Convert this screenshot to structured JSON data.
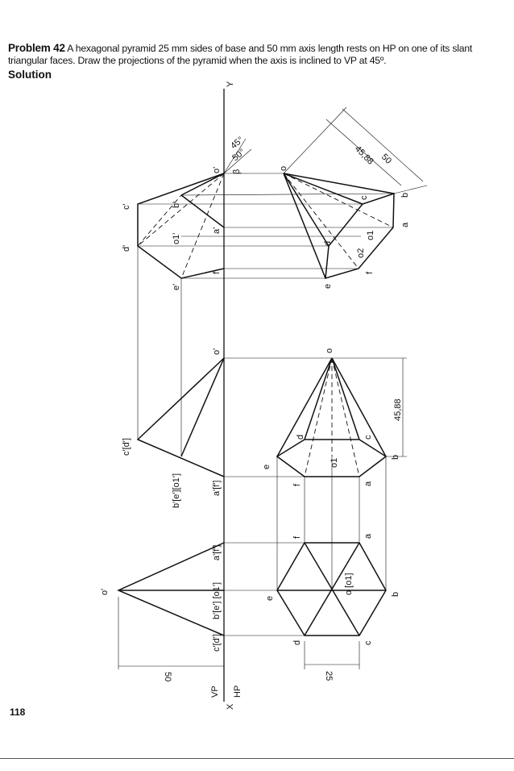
{
  "problem": {
    "label": "Problem 42",
    "text": "A hexagonal pyramid 25 mm sides of base and 50 mm axis length rests on HP on one of its slant triangular faces. Draw the projections of the pyramid when the axis is inclined to VP at 45º."
  },
  "solution_label": "Solution",
  "page_number": "118",
  "labels": {
    "X": "X",
    "Y": "Y",
    "VP": "VP",
    "HP": "HP",
    "v1_o": "o'",
    "v1_cd": "c'[d']",
    "v1_be": "b'[e'] [o1']",
    "v1_af": "a'[f']",
    "v1_d": "d",
    "v1_c": "c",
    "v1_e": "e",
    "v1_b": "b",
    "v1_f": "f",
    "v1_a": "a",
    "v1_o1": "o [o1]",
    "dim_50": "50",
    "dim_25": "25",
    "v2_o": "o'",
    "v2_cd": "c'[d']",
    "v2_be": "b'[e'][o1']",
    "v2_af": "a'[f']",
    "v2_o_top": "o",
    "v2_d": "d",
    "v2_c": "c",
    "v2_e": "e",
    "v2_b": "b",
    "v2_f": "f",
    "v2_a": "a",
    "v2_o1": "o1",
    "dim_4588": "45,88",
    "v3_o": "o'",
    "v3_c": "c'",
    "v3_b": "b'",
    "v3_d": "d'",
    "v3_o1": "o1'",
    "v3_a": "a'",
    "v3_e": "e'",
    "v3_f": "f'",
    "v3_beta": "β",
    "angle_45": "45°",
    "angle_50": "50°",
    "v3_o_top": "o",
    "v3_b_top": "b",
    "v3_c_top": "c",
    "v3_a_top": "a",
    "v3_o1_top": "o1",
    "v3_d_top": "d",
    "v3_o2": "o2",
    "v3_e_top": "e",
    "v3_f_top": "f",
    "dim_50_b": "50",
    "dim_4588_b": "45,88"
  }
}
